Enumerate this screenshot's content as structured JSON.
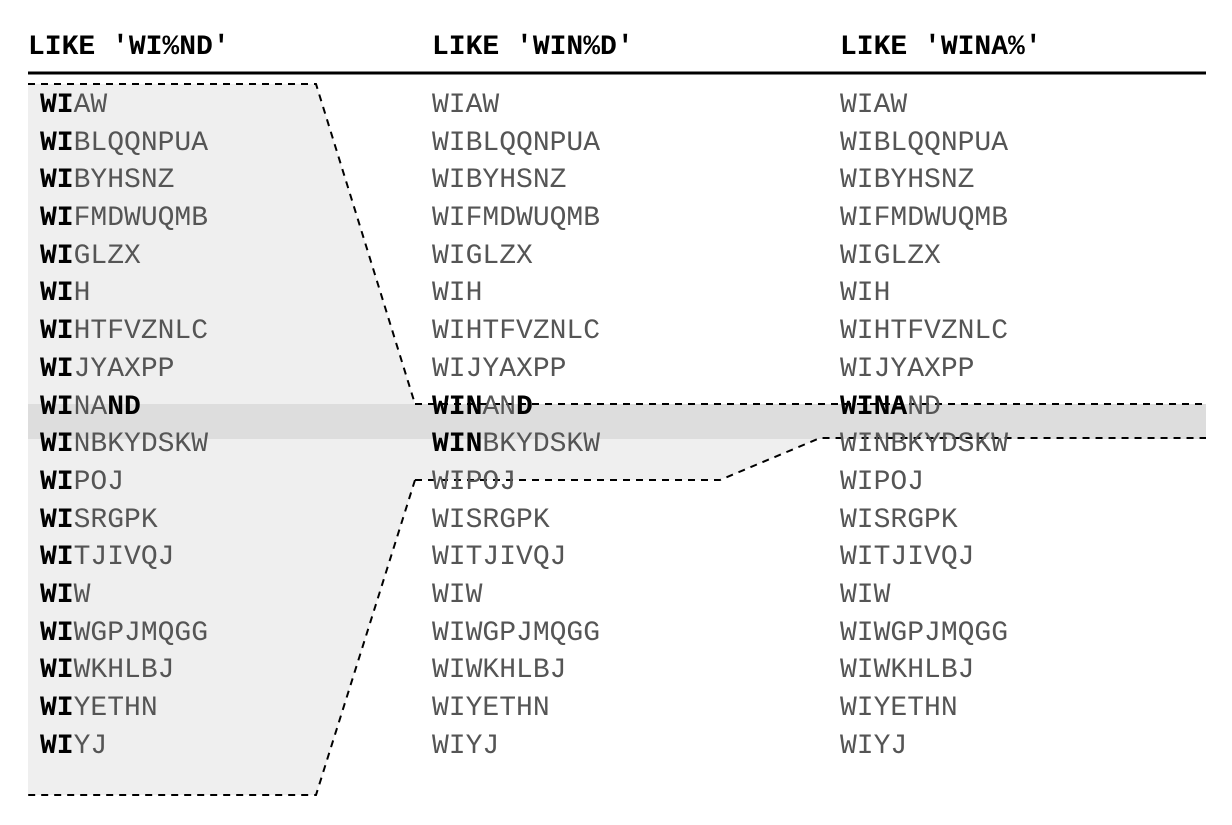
{
  "headers": [
    "LIKE 'WI%ND'",
    "LIKE 'WIN%D'",
    "LIKE 'WINA%'"
  ],
  "columns": [
    {
      "rows": [
        {
          "bold": "WI",
          "rest": "AW"
        },
        {
          "bold": "WI",
          "rest": "BLQQNPUA"
        },
        {
          "bold": "WI",
          "rest": "BYHSNZ"
        },
        {
          "bold": "WI",
          "rest": "FMDWUQMB"
        },
        {
          "bold": "WI",
          "rest": "GLZX"
        },
        {
          "bold": "WI",
          "rest": "H"
        },
        {
          "bold": "WI",
          "rest": "HTFVZNLC"
        },
        {
          "bold": "WI",
          "rest": "JYAXPP"
        },
        {
          "bold": "WI",
          "rest": "NA",
          "tail": "ND"
        },
        {
          "bold": "WI",
          "rest": "NBKYDSKW"
        },
        {
          "bold": "WI",
          "rest": "POJ"
        },
        {
          "bold": "WI",
          "rest": "SRGPK"
        },
        {
          "bold": "WI",
          "rest": "TJIVQJ"
        },
        {
          "bold": "WI",
          "rest": "W"
        },
        {
          "bold": "WI",
          "rest": "WGPJMQGG"
        },
        {
          "bold": "WI",
          "rest": "WKHLBJ"
        },
        {
          "bold": "WI",
          "rest": "YETHN"
        },
        {
          "bold": "WI",
          "rest": "YJ"
        }
      ]
    },
    {
      "rows": [
        {
          "bold": "",
          "rest": "WIAW"
        },
        {
          "bold": "",
          "rest": "WIBLQQNPUA"
        },
        {
          "bold": "",
          "rest": "WIBYHSNZ"
        },
        {
          "bold": "",
          "rest": "WIFMDWUQMB"
        },
        {
          "bold": "",
          "rest": "WIGLZX"
        },
        {
          "bold": "",
          "rest": "WIH"
        },
        {
          "bold": "",
          "rest": "WIHTFVZNLC"
        },
        {
          "bold": "",
          "rest": "WIJYAXPP"
        },
        {
          "bold": "WIN",
          "rest": "AN",
          "tail": "D"
        },
        {
          "bold": "WIN",
          "rest": "BKYDSKW"
        },
        {
          "bold": "",
          "rest": "WIPOJ"
        },
        {
          "bold": "",
          "rest": "WISRGPK"
        },
        {
          "bold": "",
          "rest": "WITJIVQJ"
        },
        {
          "bold": "",
          "rest": "WIW"
        },
        {
          "bold": "",
          "rest": "WIWGPJMQGG"
        },
        {
          "bold": "",
          "rest": "WIWKHLBJ"
        },
        {
          "bold": "",
          "rest": "WIYETHN"
        },
        {
          "bold": "",
          "rest": "WIYJ"
        }
      ]
    },
    {
      "rows": [
        {
          "bold": "",
          "rest": "WIAW"
        },
        {
          "bold": "",
          "rest": "WIBLQQNPUA"
        },
        {
          "bold": "",
          "rest": "WIBYHSNZ"
        },
        {
          "bold": "",
          "rest": "WIFMDWUQMB"
        },
        {
          "bold": "",
          "rest": "WIGLZX"
        },
        {
          "bold": "",
          "rest": "WIH"
        },
        {
          "bold": "",
          "rest": "WIHTFVZNLC"
        },
        {
          "bold": "",
          "rest": "WIJYAXPP"
        },
        {
          "bold": "WINA",
          "rest": "ND"
        },
        {
          "bold": "",
          "rest": "WINBKYDSKW"
        },
        {
          "bold": "",
          "rest": "WIPOJ"
        },
        {
          "bold": "",
          "rest": "WISRGPK"
        },
        {
          "bold": "",
          "rest": "WITJIVQJ"
        },
        {
          "bold": "",
          "rest": "WIW"
        },
        {
          "bold": "",
          "rest": "WIWGPJMQGG"
        },
        {
          "bold": "",
          "rest": "WIWKHLBJ"
        },
        {
          "bold": "",
          "rest": "WIYETHN"
        },
        {
          "bold": "",
          "rest": "WIYJ"
        }
      ]
    }
  ],
  "colors": {
    "highlight_region": "#efefef",
    "match_row": "#dddddd",
    "text_dim": "#555555",
    "text_bold": "#000000"
  }
}
